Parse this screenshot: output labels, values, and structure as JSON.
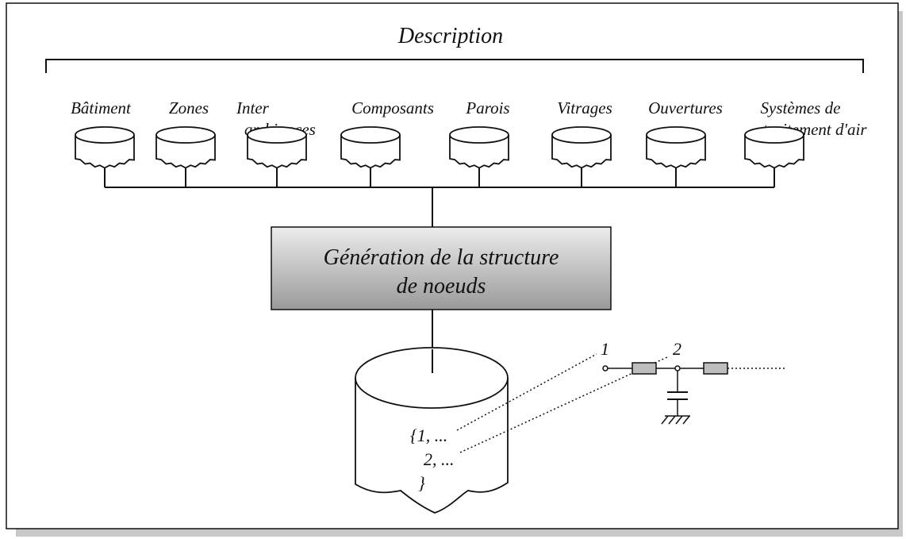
{
  "description_title": "Description",
  "categories": [
    {
      "lines": [
        "Bâtiment"
      ]
    },
    {
      "lines": [
        "Zones"
      ]
    },
    {
      "lines": [
        "Inter",
        "ambiances"
      ]
    },
    {
      "lines": [
        "Composants"
      ]
    },
    {
      "lines": [
        "Parois"
      ]
    },
    {
      "lines": [
        "Vitrages"
      ]
    },
    {
      "lines": [
        "Ouvertures"
      ]
    },
    {
      "lines": [
        "Systèmes de",
        "traitement d'air"
      ]
    }
  ],
  "generation_box": {
    "line1": "Génération de la structure",
    "line2": "de noeuds"
  },
  "database_content": {
    "line1": "{1, ...",
    "line2": "2, ...",
    "line3": "}"
  },
  "node_labels": [
    "1",
    "2"
  ],
  "colors": {
    "box_fill_top": "#e6e6e6",
    "box_fill_bottom": "#9e9e9e",
    "shadow": "#c8c8c8",
    "resistor": "#bdbdbd"
  }
}
